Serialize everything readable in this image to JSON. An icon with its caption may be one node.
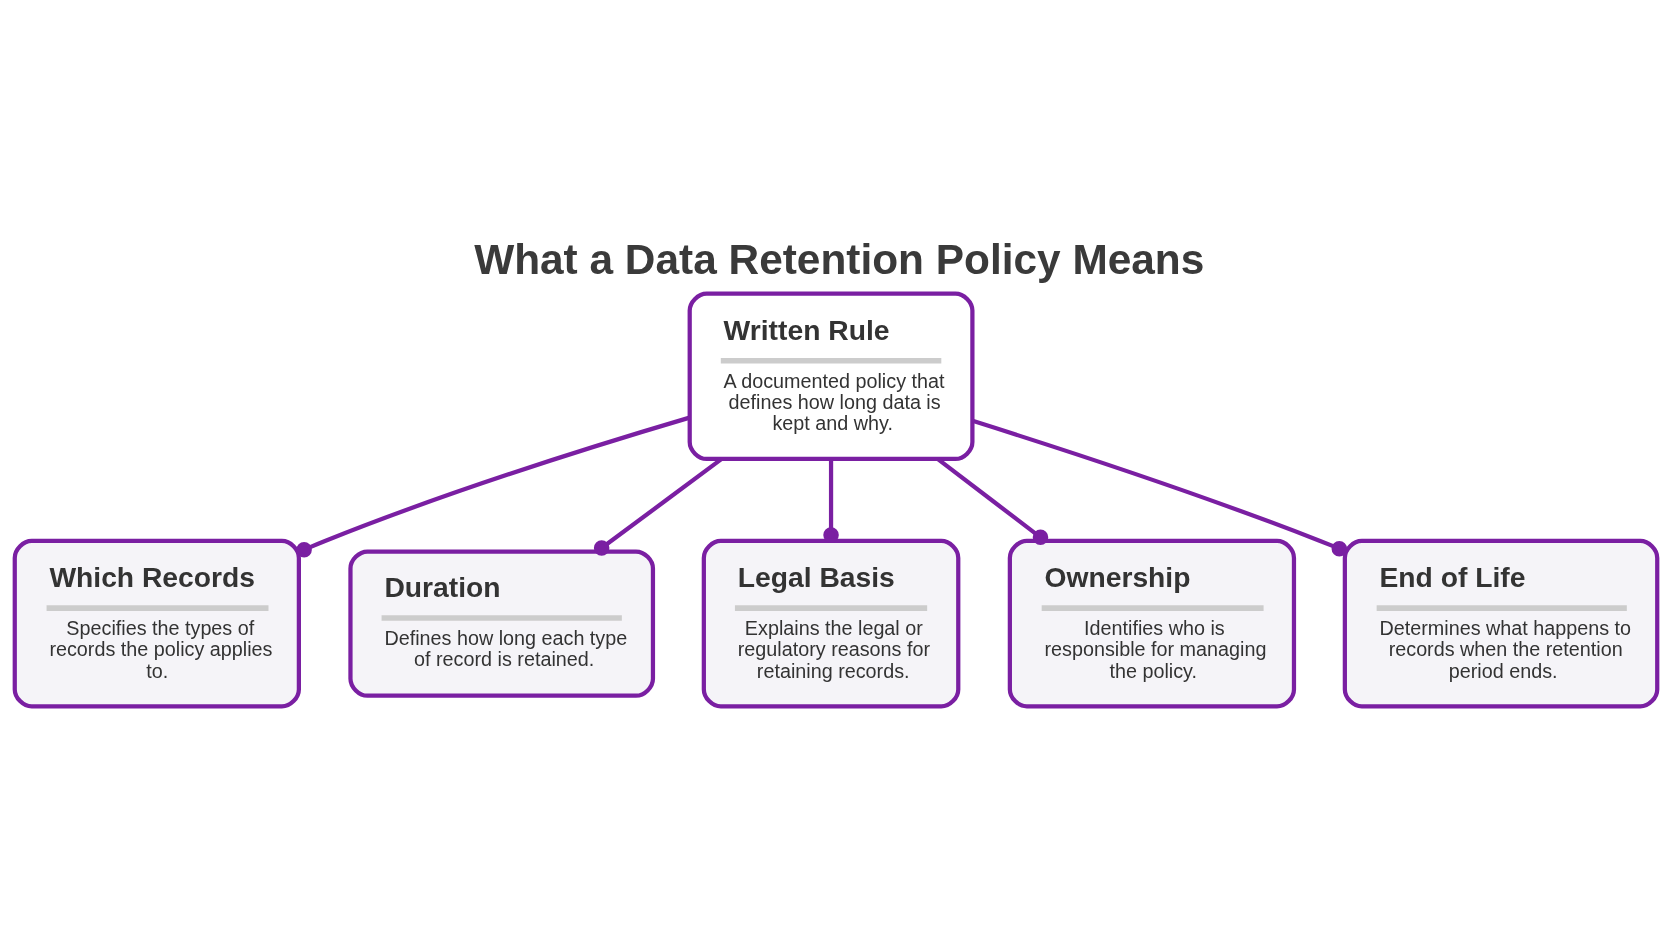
{
  "diagram": {
    "title": "What a Data Retention Policy Means",
    "nodes": [
      {
        "text": [
          "Written Rule",
          "A documented policy that defines how long data is kept and why."
        ]
      },
      {
        "text": [
          "Which Records",
          "Specifies the types of records the policy applies to."
        ]
      },
      {
        "text": [
          "Duration",
          "Defines how long each type of record is retained."
        ]
      },
      {
        "text": [
          "Legal Basis",
          "Explains the legal or regulatory reasons for retaining records."
        ]
      },
      {
        "text": [
          "Ownership",
          "Identifies who is responsible for managing the policy."
        ]
      },
      {
        "text": [
          "End of Life",
          "Determines what happens to records when the retention period ends."
        ]
      }
    ],
    "edges": [
      {
        "from": 0,
        "to": 1,
        "arrow": "other"
      },
      {
        "from": 0,
        "to": 2,
        "arrow": "other"
      },
      {
        "from": 0,
        "to": 3,
        "arrow": "other"
      },
      {
        "from": 0,
        "to": 4,
        "arrow": "other"
      },
      {
        "from": 0,
        "to": 5,
        "arrow": "other"
      }
    ]
  }
}
